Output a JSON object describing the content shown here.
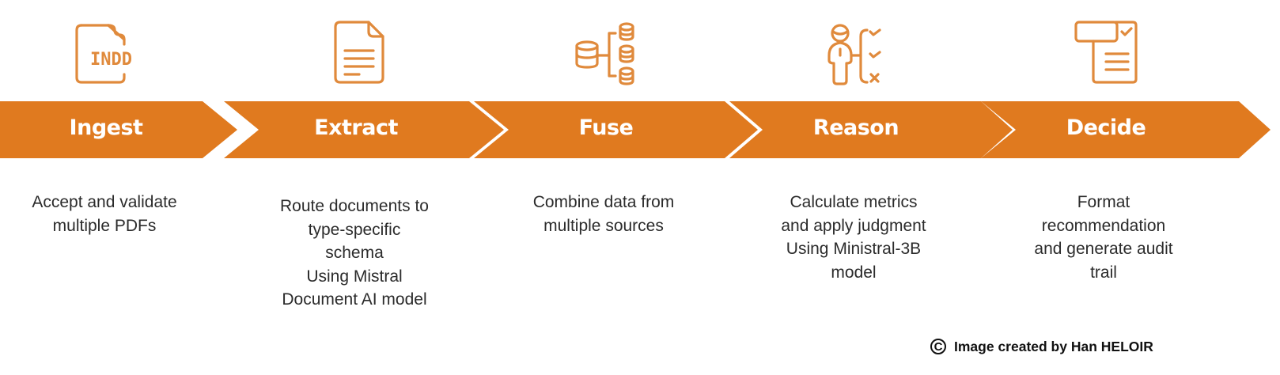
{
  "theme": {
    "accent": "#E07A1F",
    "icon_stroke": "#E08A3C",
    "title_text": "#FFFFFF",
    "body_text": "#2B2B2B"
  },
  "steps": [
    {
      "title": "Ingest",
      "icon": "indd-file-icon",
      "icon_label": "INDD",
      "description_lines": [
        "Accept and validate",
        "multiple PDFs"
      ]
    },
    {
      "title": "Extract",
      "icon": "document-text-icon",
      "description_lines": [
        "Route documents to",
        "type-specific",
        "schema",
        "Using Mistral",
        "Document AI model"
      ]
    },
    {
      "title": "Fuse",
      "icon": "database-merge-icon",
      "description_lines": [
        "Combine data from",
        "multiple sources"
      ]
    },
    {
      "title": "Reason",
      "icon": "person-decision-icon",
      "description_lines": [
        "Calculate metrics",
        "and apply judgment",
        "Using Ministral-3B",
        "model"
      ]
    },
    {
      "title": "Decide",
      "icon": "report-checklist-icon",
      "description_lines": [
        "Format",
        "recommendation",
        "and generate audit",
        "trail"
      ]
    }
  ],
  "credit": {
    "symbol": "C",
    "text": "Image created by Han HELOIR"
  }
}
